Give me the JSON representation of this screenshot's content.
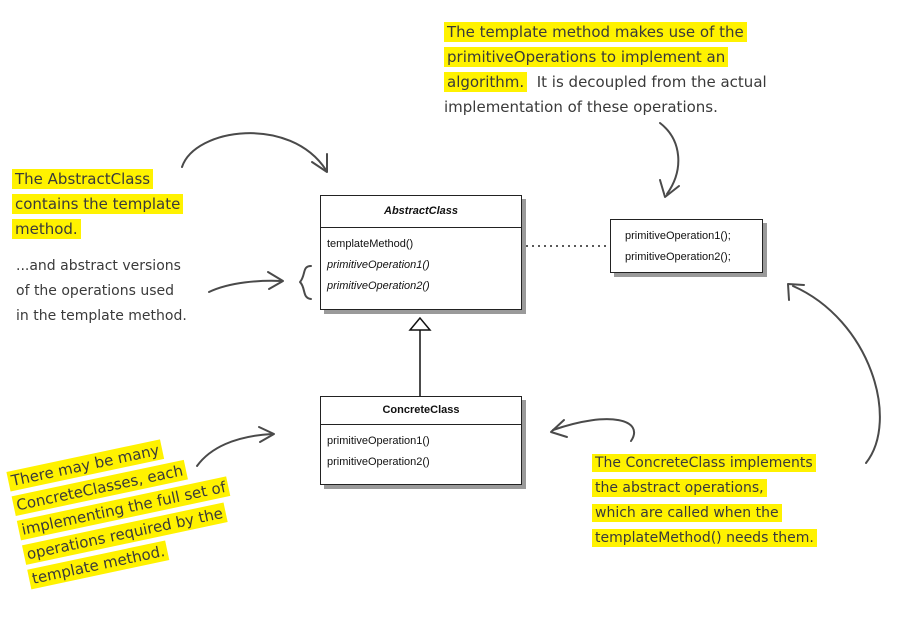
{
  "abstract_class": {
    "name": "AbstractClass",
    "operations": [
      "templateMethod()",
      "primitiveOperation1()",
      "primitiveOperation2()"
    ]
  },
  "concrete_class": {
    "name": "ConcreteClass",
    "operations": [
      "primitiveOperation1()",
      "primitiveOperation2()"
    ]
  },
  "primitive_box": {
    "operations": [
      "primitiveOperation1();",
      "primitiveOperation2();"
    ]
  },
  "notes": {
    "top_right": {
      "highlighted": [
        "The template method makes use of the",
        "primitiveOperations to implement an",
        "algorithm."
      ],
      "plain": [
        "It is decoupled from the actual",
        "implementation of these operations."
      ]
    },
    "abstract_contains": [
      "The AbstractClass",
      "contains the template",
      "method."
    ],
    "abstract_versions": [
      "...and abstract versions",
      "of the operations used",
      "in the template method."
    ],
    "many_concrete": [
      "There may be many",
      "ConcreteClasses, each",
      "implementing the full set of",
      "operations required by the",
      "template method."
    ],
    "concrete_implements": [
      "The ConcreteClass implements",
      "the abstract operations,",
      "which are called when the",
      "templateMethod() needs them."
    ]
  },
  "colors": {
    "highlight": "#fff200",
    "ink": "#3a3a3a",
    "shadow": "#9a9a9a"
  }
}
